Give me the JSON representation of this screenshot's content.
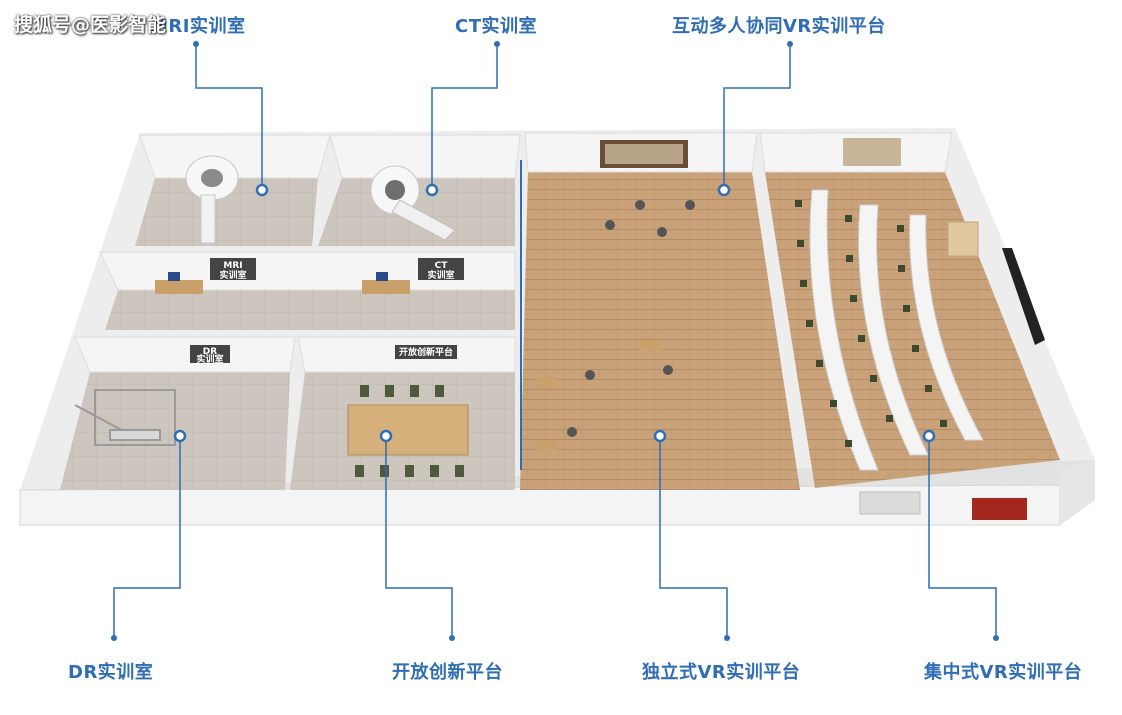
{
  "watermark": "搜狐号@医影智能",
  "labels": {
    "mri": "MRI实训室",
    "ct": "CT实训室",
    "vr_collab": "互动多人协同VR实训平台",
    "dr": "DR实训室",
    "innovation": "开放创新平台",
    "vr_standalone": "独立式VR实训平台",
    "vr_centralized": "集中式VR实训平台"
  },
  "signs": {
    "mri_top": "MRI",
    "mri_bottom": "实训室",
    "ct_top": "CT",
    "ct_bottom": "实训室",
    "dr_top": "DR",
    "dr_bottom": "实训室",
    "innovation": "开放创新平台"
  },
  "colors": {
    "accent": "#2f6db5",
    "wood_floor": "#c9a27a",
    "tile_floor": "#cfc8c0",
    "wall": "#f2f2f2"
  }
}
